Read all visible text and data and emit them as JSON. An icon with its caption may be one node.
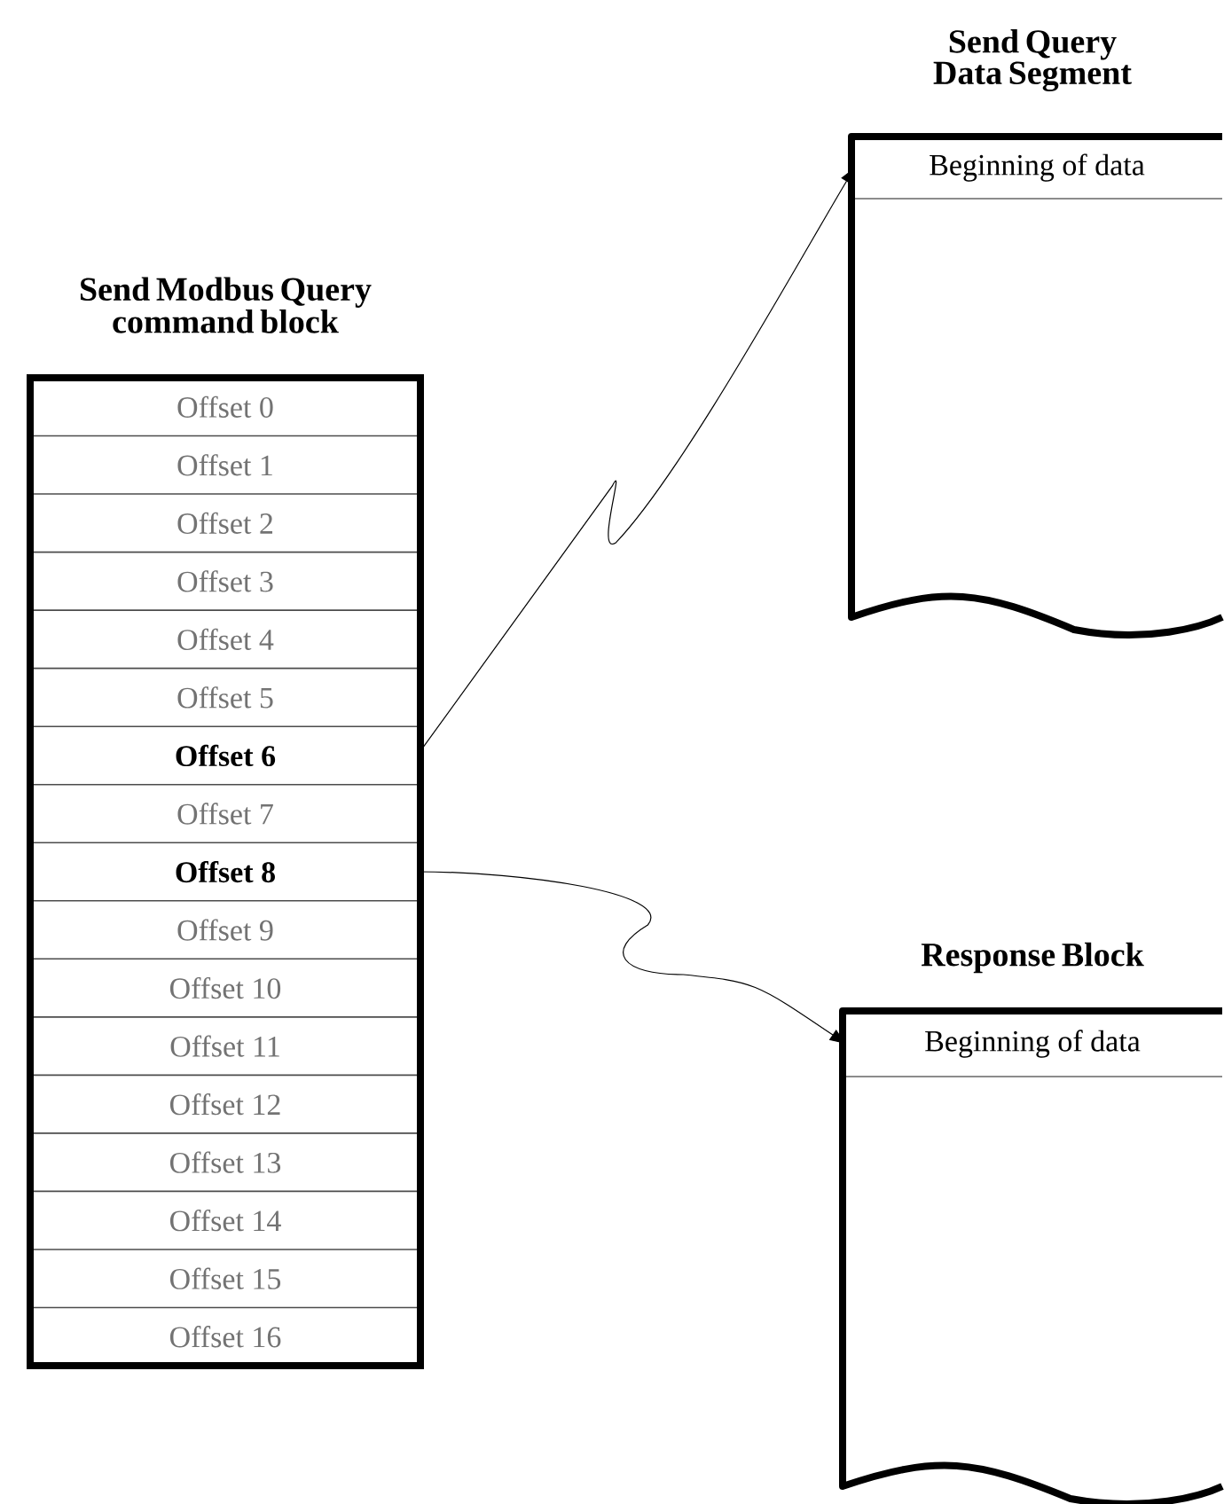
{
  "diagram": {
    "nodes": [
      {
        "text": [
          "Send Modbus Query command block"
        ]
      },
      {
        "text": [
          "Offset 0"
        ],
        "in": 0
      },
      {
        "text": [
          "Offset 1"
        ],
        "in": 0
      },
      {
        "text": [
          "Offset 2"
        ],
        "in": 0
      },
      {
        "text": [
          "Offset 3"
        ],
        "in": 0
      },
      {
        "text": [
          "Offset 4"
        ],
        "in": 0
      },
      {
        "text": [
          "Offset 5"
        ],
        "in": 0
      },
      {
        "text": [
          "Offset 6"
        ],
        "in": 0
      },
      {
        "text": [
          "Offset 7"
        ],
        "in": 0
      },
      {
        "text": [
          "Offset 8"
        ],
        "in": 0
      },
      {
        "text": [
          "Offset 9"
        ],
        "in": 0
      },
      {
        "text": [
          "Offset 10"
        ],
        "in": 0
      },
      {
        "text": [
          "Offset 11"
        ],
        "in": 0
      },
      {
        "text": [
          "Offset 12"
        ],
        "in": 0
      },
      {
        "text": [
          "Offset 13"
        ],
        "in": 0
      },
      {
        "text": [
          "Offset 14"
        ],
        "in": 0
      },
      {
        "text": [
          "Offset 15"
        ],
        "in": 0
      },
      {
        "text": [
          "Offset 16"
        ],
        "in": 0
      },
      {
        "text": [
          "Send Query Data Segment"
        ]
      },
      {
        "text": [
          "Beginning of data"
        ],
        "in": 18
      },
      {
        "text": [
          "Response Block"
        ]
      },
      {
        "text": [
          "Beginning of data"
        ],
        "in": 20
      }
    ],
    "edges": [
      {
        "from": 7,
        "to": 19,
        "arrow": "to"
      },
      {
        "from": 9,
        "to": 21,
        "arrow": "to"
      }
    ]
  }
}
